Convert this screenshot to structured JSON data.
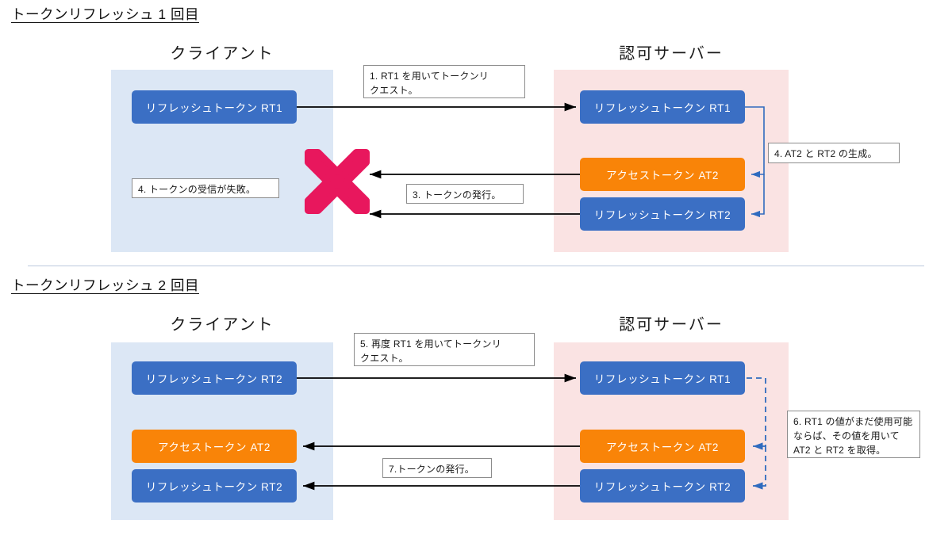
{
  "palette": {
    "refresh_token_box": "#3b6fc4",
    "access_token_box": "#f98408",
    "client_lane": "#dce7f5",
    "server_lane": "#fae3e3",
    "failure_mark": "#e8175d",
    "internal_arrow": "#2f6bbf",
    "flow_arrow": "#000000",
    "divider": "#bcc9dd"
  },
  "sections": [
    {
      "heading": "トークンリフレッシュ 1 回目",
      "client_caption": "クライアント",
      "server_caption": "認可サーバー",
      "client_boxes": [
        {
          "label": "リフレッシュトークン RT1",
          "kind": "refresh"
        }
      ],
      "server_boxes": [
        {
          "label": "リフレッシュトークン RT1",
          "kind": "refresh"
        },
        {
          "label": "アクセストークン AT2",
          "kind": "access"
        },
        {
          "label": "リフレッシュトークン RT2",
          "kind": "refresh"
        }
      ],
      "notes": [
        {
          "id": "note-1",
          "text": "1. RT1 を用いてトークンリ\nクエスト。"
        },
        {
          "id": "note-4-generate",
          "text": "4. AT2 と RT2 の生成。"
        },
        {
          "id": "note-3",
          "text": "3. トークンの発行。"
        },
        {
          "id": "note-4-failure",
          "text": "4. トークンの受信が失敗。"
        }
      ],
      "failure_mark": "✕"
    },
    {
      "heading": "トークンリフレッシュ 2 回目",
      "client_caption": "クライアント",
      "server_caption": "認可サーバー",
      "client_boxes": [
        {
          "label": "リフレッシュトークン RT2",
          "kind": "refresh"
        },
        {
          "label": "アクセストークン AT2",
          "kind": "access"
        },
        {
          "label": "リフレッシュトークン RT2",
          "kind": "refresh"
        }
      ],
      "server_boxes": [
        {
          "label": "リフレッシュトークン RT1",
          "kind": "refresh"
        },
        {
          "label": "アクセストークン AT2",
          "kind": "access"
        },
        {
          "label": "リフレッシュトークン RT2",
          "kind": "refresh"
        }
      ],
      "notes": [
        {
          "id": "note-5",
          "text": "5. 再度 RT1 を用いてトークンリ\nクエスト。"
        },
        {
          "id": "note-6",
          "text": "6. RT1 の値がまだ使用可能\nならば、その値を用いて\nAT2 と RT2 を取得。"
        },
        {
          "id": "note-7",
          "text": "7.トークンの発行。"
        }
      ]
    }
  ]
}
